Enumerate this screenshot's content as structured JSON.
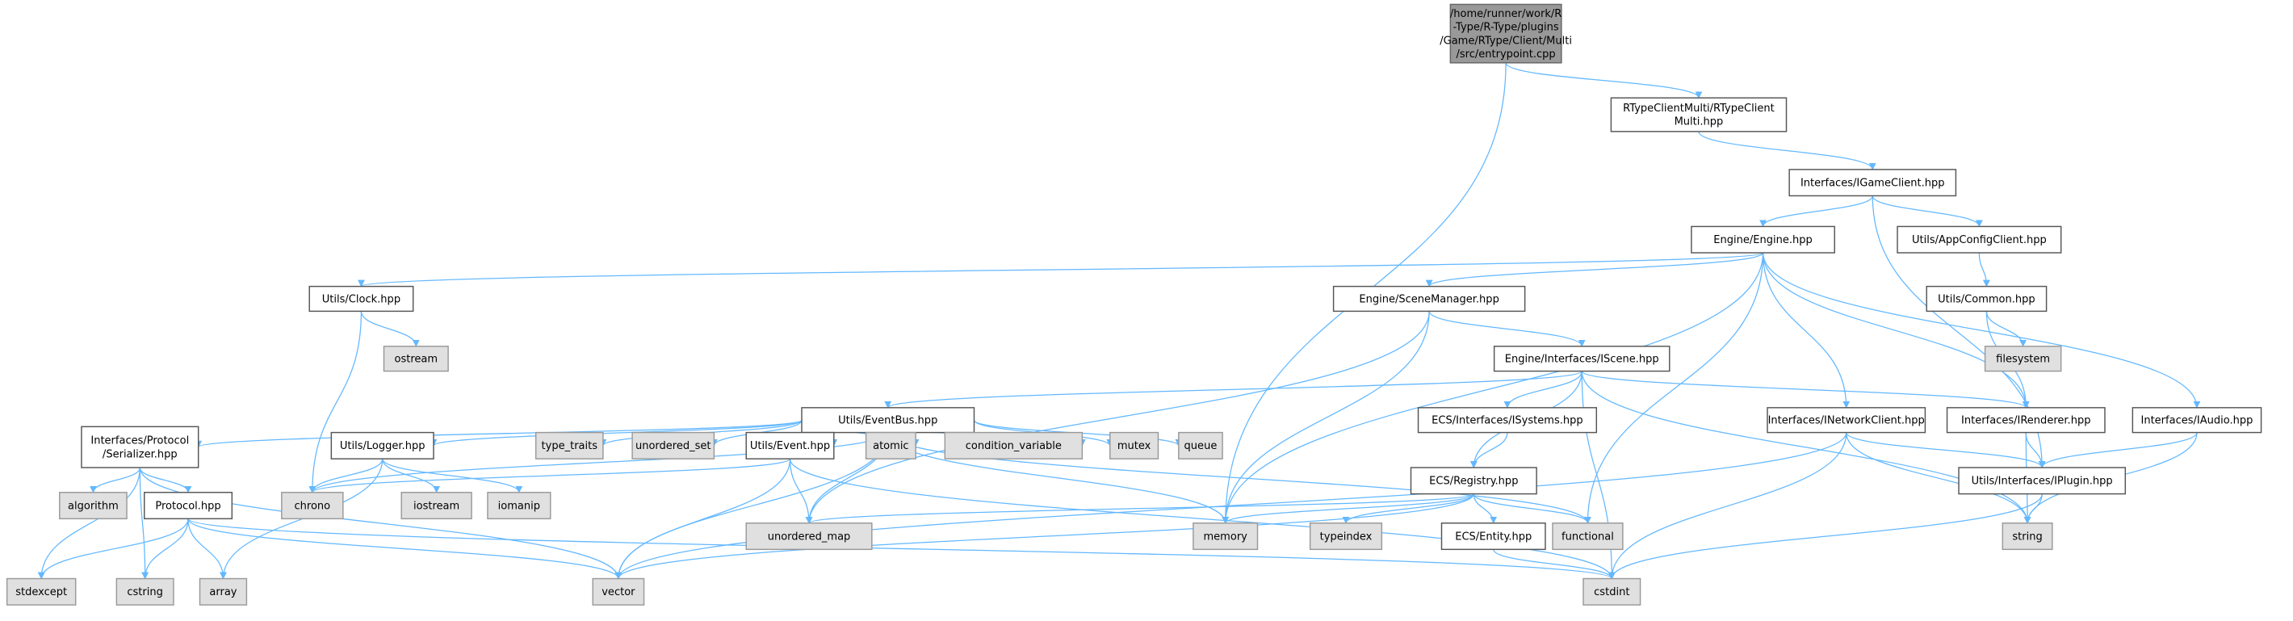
{
  "colors": {
    "edge": "#63b8ff",
    "source_fill": "#999999",
    "system_fill": "#e0e0e0",
    "local_fill": "#ffffff"
  },
  "nodes": {
    "entry": {
      "lines": [
        "/home/runner/work/R",
        "-Type/R-Type/plugins",
        "/Game/RType/Client/Multi",
        "/src/entrypoint.cpp"
      ],
      "kind": "source"
    },
    "rtcm": {
      "lines": [
        "RTypeClientMulti/RTypeClient",
        "Multi.hpp"
      ],
      "kind": "local"
    },
    "igame": {
      "lines": [
        "Interfaces/IGameClient.hpp"
      ],
      "kind": "local"
    },
    "engine": {
      "lines": [
        "Engine/Engine.hpp"
      ],
      "kind": "local"
    },
    "appcfg": {
      "lines": [
        "Utils/AppConfigClient.hpp"
      ],
      "kind": "local"
    },
    "clock": {
      "lines": [
        "Utils/Clock.hpp"
      ],
      "kind": "local"
    },
    "scenemgr": {
      "lines": [
        "Engine/SceneManager.hpp"
      ],
      "kind": "local"
    },
    "common": {
      "lines": [
        "Utils/Common.hpp"
      ],
      "kind": "local"
    },
    "ostream": {
      "lines": [
        "ostream"
      ],
      "kind": "system"
    },
    "iscene": {
      "lines": [
        "Engine/Interfaces/IScene.hpp"
      ],
      "kind": "local"
    },
    "filesystem": {
      "lines": [
        "filesystem"
      ],
      "kind": "system"
    },
    "eventbus": {
      "lines": [
        "Utils/EventBus.hpp"
      ],
      "kind": "local"
    },
    "isystems": {
      "lines": [
        "ECS/Interfaces/ISystems.hpp"
      ],
      "kind": "local"
    },
    "inetwork": {
      "lines": [
        "Interfaces/INetworkClient.hpp"
      ],
      "kind": "local"
    },
    "irenderer": {
      "lines": [
        "Interfaces/IRenderer.hpp"
      ],
      "kind": "local"
    },
    "iaudio": {
      "lines": [
        "Interfaces/IAudio.hpp"
      ],
      "kind": "local"
    },
    "serializer": {
      "lines": [
        "Interfaces/Protocol",
        "/Serializer.hpp"
      ],
      "kind": "local"
    },
    "logger": {
      "lines": [
        "Utils/Logger.hpp"
      ],
      "kind": "local"
    },
    "type_traits": {
      "lines": [
        "type_traits"
      ],
      "kind": "system"
    },
    "unordered_set": {
      "lines": [
        "unordered_set"
      ],
      "kind": "system"
    },
    "event": {
      "lines": [
        "Utils/Event.hpp"
      ],
      "kind": "local"
    },
    "atomic": {
      "lines": [
        "atomic"
      ],
      "kind": "system"
    },
    "condvar": {
      "lines": [
        "condition_variable"
      ],
      "kind": "system"
    },
    "mutex": {
      "lines": [
        "mutex"
      ],
      "kind": "system"
    },
    "queue": {
      "lines": [
        "queue"
      ],
      "kind": "system"
    },
    "registry": {
      "lines": [
        "ECS/Registry.hpp"
      ],
      "kind": "local"
    },
    "iplugin": {
      "lines": [
        "Utils/Interfaces/IPlugin.hpp"
      ],
      "kind": "local"
    },
    "algorithm": {
      "lines": [
        "algorithm"
      ],
      "kind": "system"
    },
    "protocol": {
      "lines": [
        "Protocol.hpp"
      ],
      "kind": "local"
    },
    "chrono": {
      "lines": [
        "chrono"
      ],
      "kind": "system"
    },
    "iostream": {
      "lines": [
        "iostream"
      ],
      "kind": "system"
    },
    "iomanip": {
      "lines": [
        "iomanip"
      ],
      "kind": "system"
    },
    "unordered_map": {
      "lines": [
        "unordered_map"
      ],
      "kind": "system"
    },
    "memory": {
      "lines": [
        "memory"
      ],
      "kind": "system"
    },
    "typeindex": {
      "lines": [
        "typeindex"
      ],
      "kind": "system"
    },
    "entity": {
      "lines": [
        "ECS/Entity.hpp"
      ],
      "kind": "local"
    },
    "functional": {
      "lines": [
        "functional"
      ],
      "kind": "system"
    },
    "string": {
      "lines": [
        "string"
      ],
      "kind": "system"
    },
    "stdexcept": {
      "lines": [
        "stdexcept"
      ],
      "kind": "system"
    },
    "cstring": {
      "lines": [
        "cstring"
      ],
      "kind": "system"
    },
    "array": {
      "lines": [
        "array"
      ],
      "kind": "system"
    },
    "vector": {
      "lines": [
        "vector"
      ],
      "kind": "system"
    },
    "cstdint": {
      "lines": [
        "cstdint"
      ],
      "kind": "system"
    }
  },
  "edges": [
    [
      "entry",
      "rtcm"
    ],
    [
      "entry",
      "memory"
    ],
    [
      "rtcm",
      "igame"
    ],
    [
      "igame",
      "engine"
    ],
    [
      "igame",
      "appcfg"
    ],
    [
      "igame",
      "iplugin"
    ],
    [
      "engine",
      "clock"
    ],
    [
      "engine",
      "scenemgr"
    ],
    [
      "engine",
      "memory"
    ],
    [
      "engine",
      "functional"
    ],
    [
      "engine",
      "inetwork"
    ],
    [
      "engine",
      "irenderer"
    ],
    [
      "engine",
      "iaudio"
    ],
    [
      "appcfg",
      "common"
    ],
    [
      "common",
      "filesystem"
    ],
    [
      "common",
      "irenderer"
    ],
    [
      "clock",
      "ostream"
    ],
    [
      "clock",
      "chrono"
    ],
    [
      "scenemgr",
      "iscene"
    ],
    [
      "scenemgr",
      "memory"
    ],
    [
      "scenemgr",
      "unordered_map"
    ],
    [
      "iscene",
      "eventbus"
    ],
    [
      "iscene",
      "isystems"
    ],
    [
      "iscene",
      "registry"
    ],
    [
      "iscene",
      "irenderer"
    ],
    [
      "iscene",
      "string"
    ],
    [
      "iscene",
      "cstdint"
    ],
    [
      "eventbus",
      "serializer"
    ],
    [
      "eventbus",
      "logger"
    ],
    [
      "eventbus",
      "type_traits"
    ],
    [
      "eventbus",
      "unordered_set"
    ],
    [
      "eventbus",
      "event"
    ],
    [
      "eventbus",
      "atomic"
    ],
    [
      "eventbus",
      "condvar"
    ],
    [
      "eventbus",
      "mutex"
    ],
    [
      "eventbus",
      "queue"
    ],
    [
      "eventbus",
      "memory"
    ],
    [
      "eventbus",
      "functional"
    ],
    [
      "eventbus",
      "unordered_map"
    ],
    [
      "eventbus",
      "vector"
    ],
    [
      "eventbus",
      "chrono"
    ],
    [
      "isystems",
      "registry"
    ],
    [
      "inetwork",
      "iplugin"
    ],
    [
      "inetwork",
      "string"
    ],
    [
      "inetwork",
      "cstdint"
    ],
    [
      "inetwork",
      "vector"
    ],
    [
      "irenderer",
      "iplugin"
    ],
    [
      "irenderer",
      "string"
    ],
    [
      "iaudio",
      "iplugin"
    ],
    [
      "iaudio",
      "string"
    ],
    [
      "serializer",
      "algorithm"
    ],
    [
      "serializer",
      "protocol"
    ],
    [
      "serializer",
      "stdexcept"
    ],
    [
      "serializer",
      "cstring"
    ],
    [
      "serializer",
      "vector"
    ],
    [
      "logger",
      "chrono"
    ],
    [
      "logger",
      "iostream"
    ],
    [
      "logger",
      "iomanip"
    ],
    [
      "logger",
      "array"
    ],
    [
      "event",
      "chrono"
    ],
    [
      "event",
      "unordered_map"
    ],
    [
      "event",
      "vector"
    ],
    [
      "event",
      "cstdint"
    ],
    [
      "registry",
      "unordered_map"
    ],
    [
      "registry",
      "memory"
    ],
    [
      "registry",
      "typeindex"
    ],
    [
      "registry",
      "entity"
    ],
    [
      "registry",
      "functional"
    ],
    [
      "registry",
      "vector"
    ],
    [
      "iplugin",
      "string"
    ],
    [
      "iplugin",
      "cstdint"
    ],
    [
      "protocol",
      "stdexcept"
    ],
    [
      "protocol",
      "cstring"
    ],
    [
      "protocol",
      "array"
    ],
    [
      "protocol",
      "vector"
    ],
    [
      "protocol",
      "cstdint"
    ],
    [
      "entity",
      "cstdint"
    ]
  ]
}
